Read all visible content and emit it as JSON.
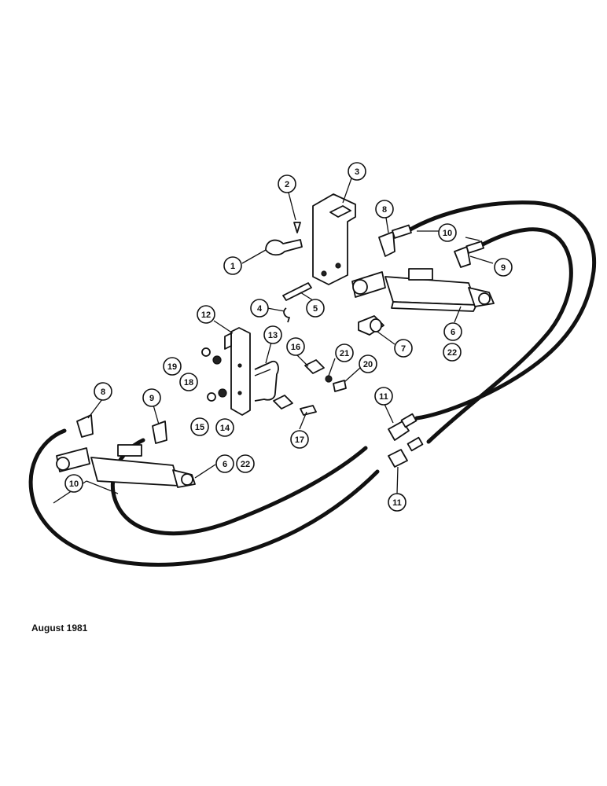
{
  "footer": {
    "date": "August 1981"
  },
  "callouts": {
    "c1": "1",
    "c2": "2",
    "c3": "3",
    "c4": "4",
    "c5": "5",
    "c6a": "6",
    "c22a": "22",
    "c7": "7",
    "c8a": "8",
    "c9a": "9",
    "c10a": "10",
    "c11a": "11",
    "c12": "12",
    "c13": "13",
    "c14": "14",
    "c15": "15",
    "c16": "16",
    "c17": "17",
    "c18": "18",
    "c19": "19",
    "c20": "20",
    "c21": "21",
    "c8b": "8",
    "c9b": "9",
    "c6b": "6",
    "c22b": "22",
    "c10b": "10",
    "c11b": "11"
  }
}
